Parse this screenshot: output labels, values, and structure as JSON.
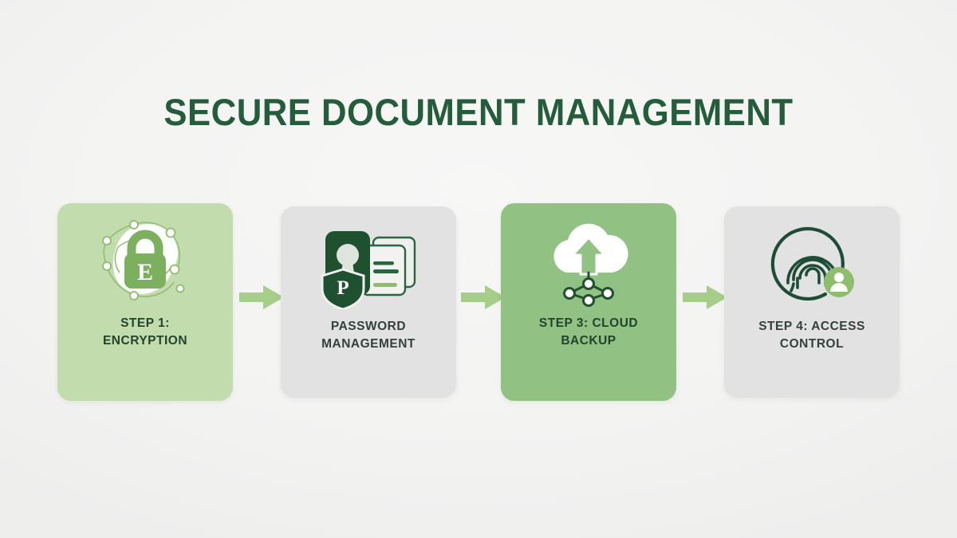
{
  "page": {
    "title": "SECURE DOCUMENT MANAGEMENT",
    "background_color": "#f4f4f3",
    "title_color": "#245c3c"
  },
  "palette": {
    "dark_green": "#1f5130",
    "mid_green": "#7fb069",
    "light_green_card": "#c2dcae",
    "green_card": "#91c183",
    "gray_card": "#e2e2e2",
    "arrow_green": "#a6cd8a",
    "white": "#ffffff"
  },
  "flow": {
    "steps": [
      {
        "label": "STEP 1:\nENCRYPTION",
        "icon": "padlock-network-icon",
        "icon_letter": "E",
        "card_color": "#c2dcae",
        "style": "green"
      },
      {
        "label": "PASSWORD\nMANAGEMENT",
        "icon": "password-card-shield-icon",
        "icon_letter": "P",
        "card_color": "#e2e2e2",
        "style": "gray"
      },
      {
        "label": "STEP 3: CLOUD\nBACKUP",
        "icon": "cloud-upload-network-icon",
        "icon_letter": "",
        "card_color": "#91c183",
        "style": "green-mid"
      },
      {
        "label": "STEP 4: ACCESS\nCONTROL",
        "icon": "fingerprint-user-icon",
        "icon_letter": "",
        "card_color": "#e2e2e2",
        "style": "gray"
      }
    ],
    "connectors": [
      {
        "name": "arrow-step1-to-step2",
        "direction": "right"
      },
      {
        "name": "arrow-step2-to-step3",
        "direction": "right"
      },
      {
        "name": "arrow-step3-to-step4",
        "direction": "right"
      }
    ]
  }
}
